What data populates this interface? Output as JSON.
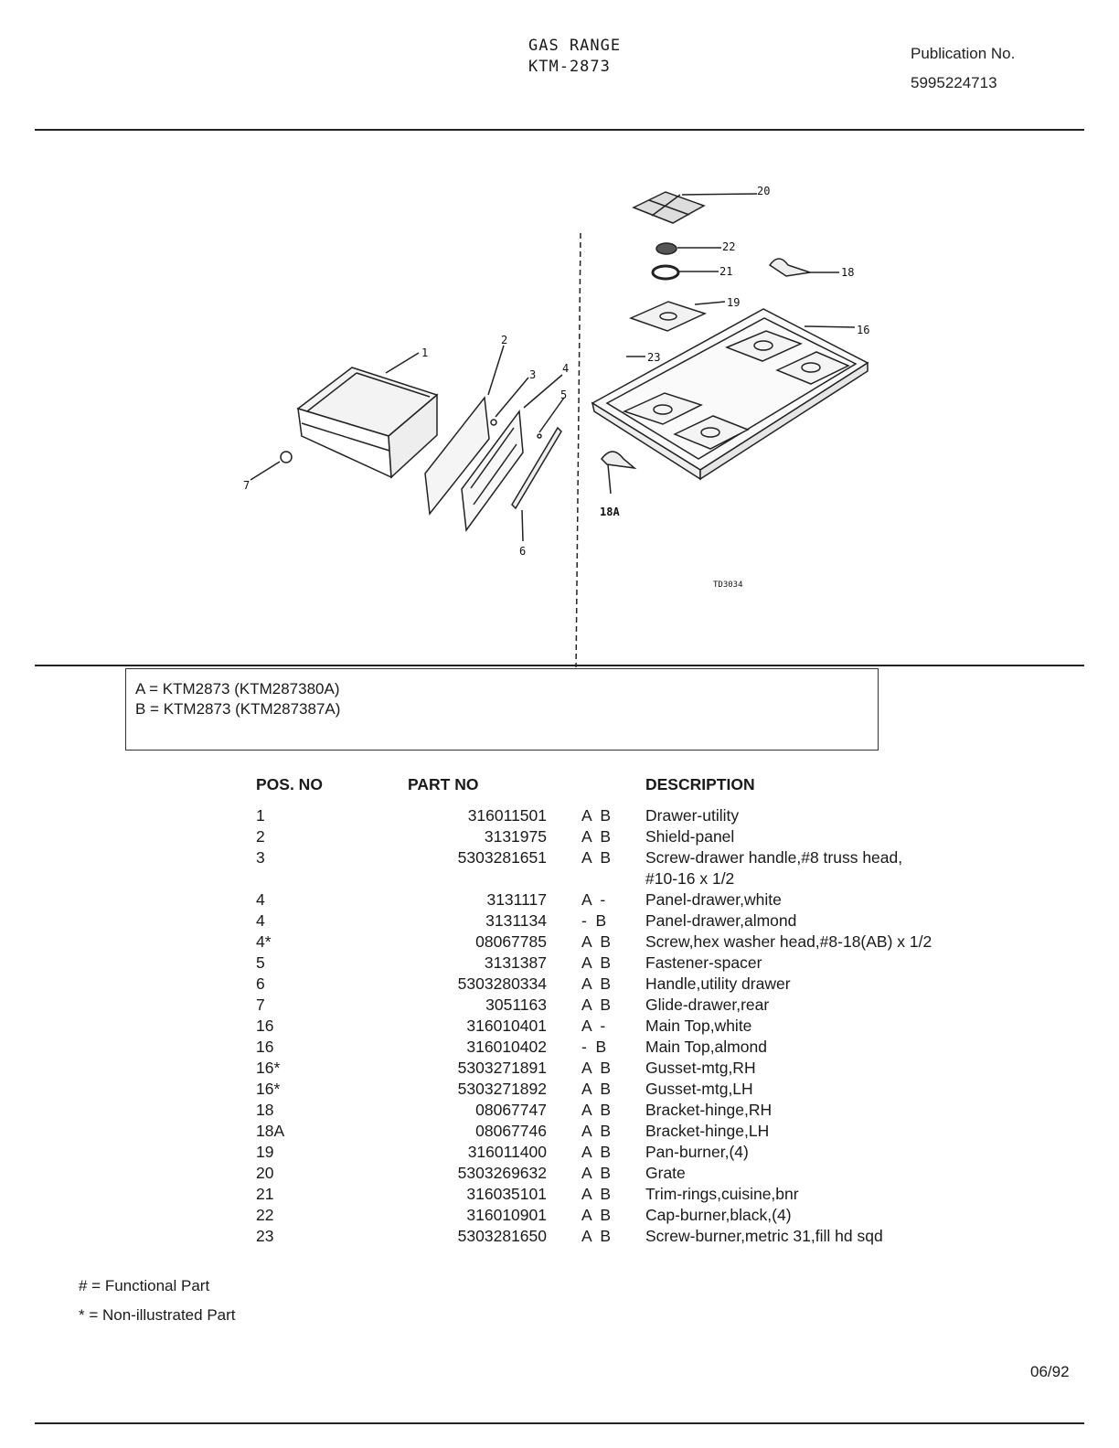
{
  "header": {
    "title": "GAS RANGE",
    "model": "KTM-2873",
    "publication_label": "Publication No.",
    "publication_number": "5995224713"
  },
  "diagram": {
    "callouts": {
      "c1": "1",
      "c2": "2",
      "c3": "3",
      "c4": "4",
      "c5": "5",
      "c6": "6",
      "c7": "7",
      "c16": "16",
      "c18": "18",
      "c18a": "18A",
      "c19": "19",
      "c20": "20",
      "c21": "21",
      "c22": "22",
      "c23": "23"
    },
    "figure_code": "TD3034"
  },
  "legend": {
    "lines": [
      "A  =  KTM2873 (KTM287380A)",
      "B  =  KTM2873 (KTM287387A)"
    ]
  },
  "table": {
    "headers": {
      "pos": "POS. NO",
      "part": "PART NO",
      "desc": "DESCRIPTION"
    },
    "rows": [
      {
        "pos": "1",
        "part": "316011501",
        "var": "A  B",
        "desc": "Drawer-utility"
      },
      {
        "pos": "2",
        "part": "3131975",
        "var": "A  B",
        "desc": "Shield-panel"
      },
      {
        "pos": "3",
        "part": "5303281651",
        "var": "A  B",
        "desc": "Screw-drawer handle,#8 truss head,"
      },
      {
        "pos": "",
        "part": "",
        "var": "",
        "desc": "#10-16 x 1/2"
      },
      {
        "pos": "4",
        "part": "3131117",
        "var": "A  -",
        "desc": "Panel-drawer,white"
      },
      {
        "pos": "4",
        "part": "3131134",
        "var": "-  B",
        "desc": "Panel-drawer,almond"
      },
      {
        "pos": "4*",
        "part": "08067785",
        "var": "A  B",
        "desc": "Screw,hex washer head,#8-18(AB) x 1/2"
      },
      {
        "pos": "5",
        "part": "3131387",
        "var": "A  B",
        "desc": "Fastener-spacer"
      },
      {
        "pos": "6",
        "part": "5303280334",
        "var": "A  B",
        "desc": "Handle,utility drawer"
      },
      {
        "pos": "7",
        "part": "3051163",
        "var": "A  B",
        "desc": "Glide-drawer,rear"
      },
      {
        "pos": "16",
        "part": "316010401",
        "var": "A  -",
        "desc": "Main Top,white"
      },
      {
        "pos": "16",
        "part": "316010402",
        "var": "-  B",
        "desc": "Main Top,almond"
      },
      {
        "pos": "16*",
        "part": "5303271891",
        "var": "A  B",
        "desc": "Gusset-mtg,RH"
      },
      {
        "pos": "16*",
        "part": "5303271892",
        "var": "A  B",
        "desc": "Gusset-mtg,LH"
      },
      {
        "pos": "18",
        "part": "08067747",
        "var": "A  B",
        "desc": "Bracket-hinge,RH"
      },
      {
        "pos": "18A",
        "part": "08067746",
        "var": "A  B",
        "desc": "Bracket-hinge,LH"
      },
      {
        "pos": "19",
        "part": "316011400",
        "var": "A  B",
        "desc": "Pan-burner,(4)"
      },
      {
        "pos": "20",
        "part": "5303269632",
        "var": "A  B",
        "desc": "Grate"
      },
      {
        "pos": "21",
        "part": "316035101",
        "var": "A  B",
        "desc": "Trim-rings,cuisine,bnr"
      },
      {
        "pos": "22",
        "part": "316010901",
        "var": "A  B",
        "desc": "Cap-burner,black,(4)"
      },
      {
        "pos": "23",
        "part": "5303281650",
        "var": "A  B",
        "desc": "Screw-burner,metric 31,fill hd sqd"
      }
    ]
  },
  "footnotes": {
    "functional": "# = Functional Part",
    "non_illustrated": "* = Non-illustrated Part"
  },
  "date_code": "06/92"
}
